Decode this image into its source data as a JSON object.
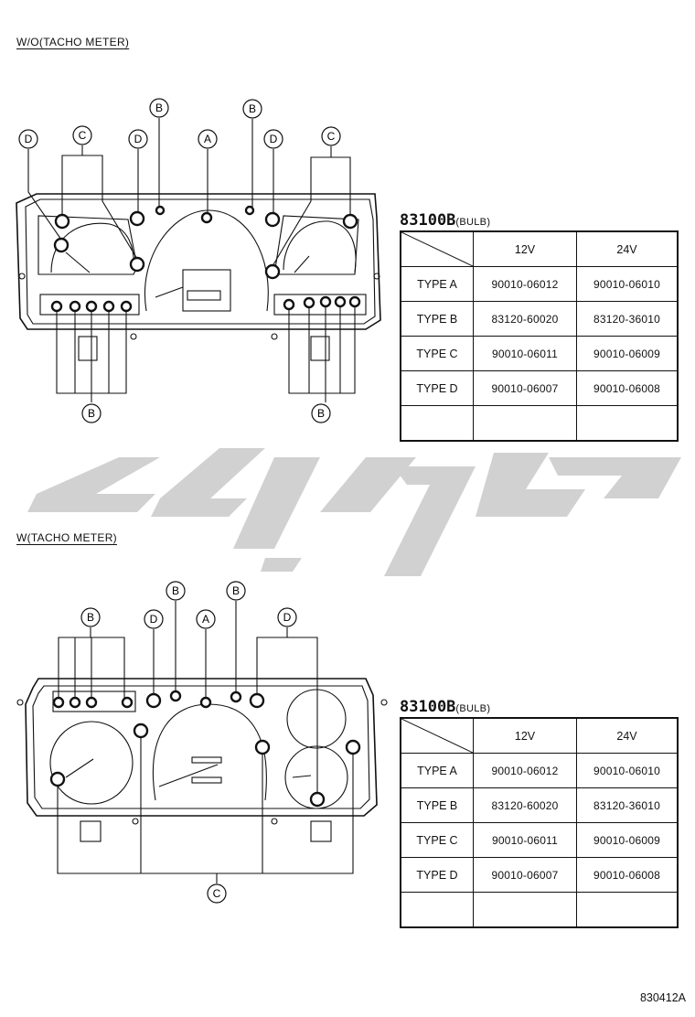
{
  "sections": {
    "top": {
      "title": "W/O(TACHO METER)"
    },
    "bottom": {
      "title": "W(TACHO METER)"
    }
  },
  "callout_letters": {
    "a": "A",
    "b": "B",
    "c": "C",
    "d": "D"
  },
  "parts": {
    "part_number": "83100B",
    "part_sub": "(BULB)",
    "columns": [
      "12V",
      "24V"
    ],
    "rows": [
      {
        "type": "TYPE A",
        "v12": "90010-06012",
        "v24": "90010-06010"
      },
      {
        "type": "TYPE B",
        "v12": "83120-60020",
        "v24": "83120-36010"
      },
      {
        "type": "TYPE C",
        "v12": "90010-06011",
        "v24": "90010-06009"
      },
      {
        "type": "TYPE D",
        "v12": "90010-06007",
        "v24": "90010-06008"
      },
      {
        "type": "",
        "v12": "",
        "v24": ""
      }
    ]
  },
  "figure_code": "830412A"
}
